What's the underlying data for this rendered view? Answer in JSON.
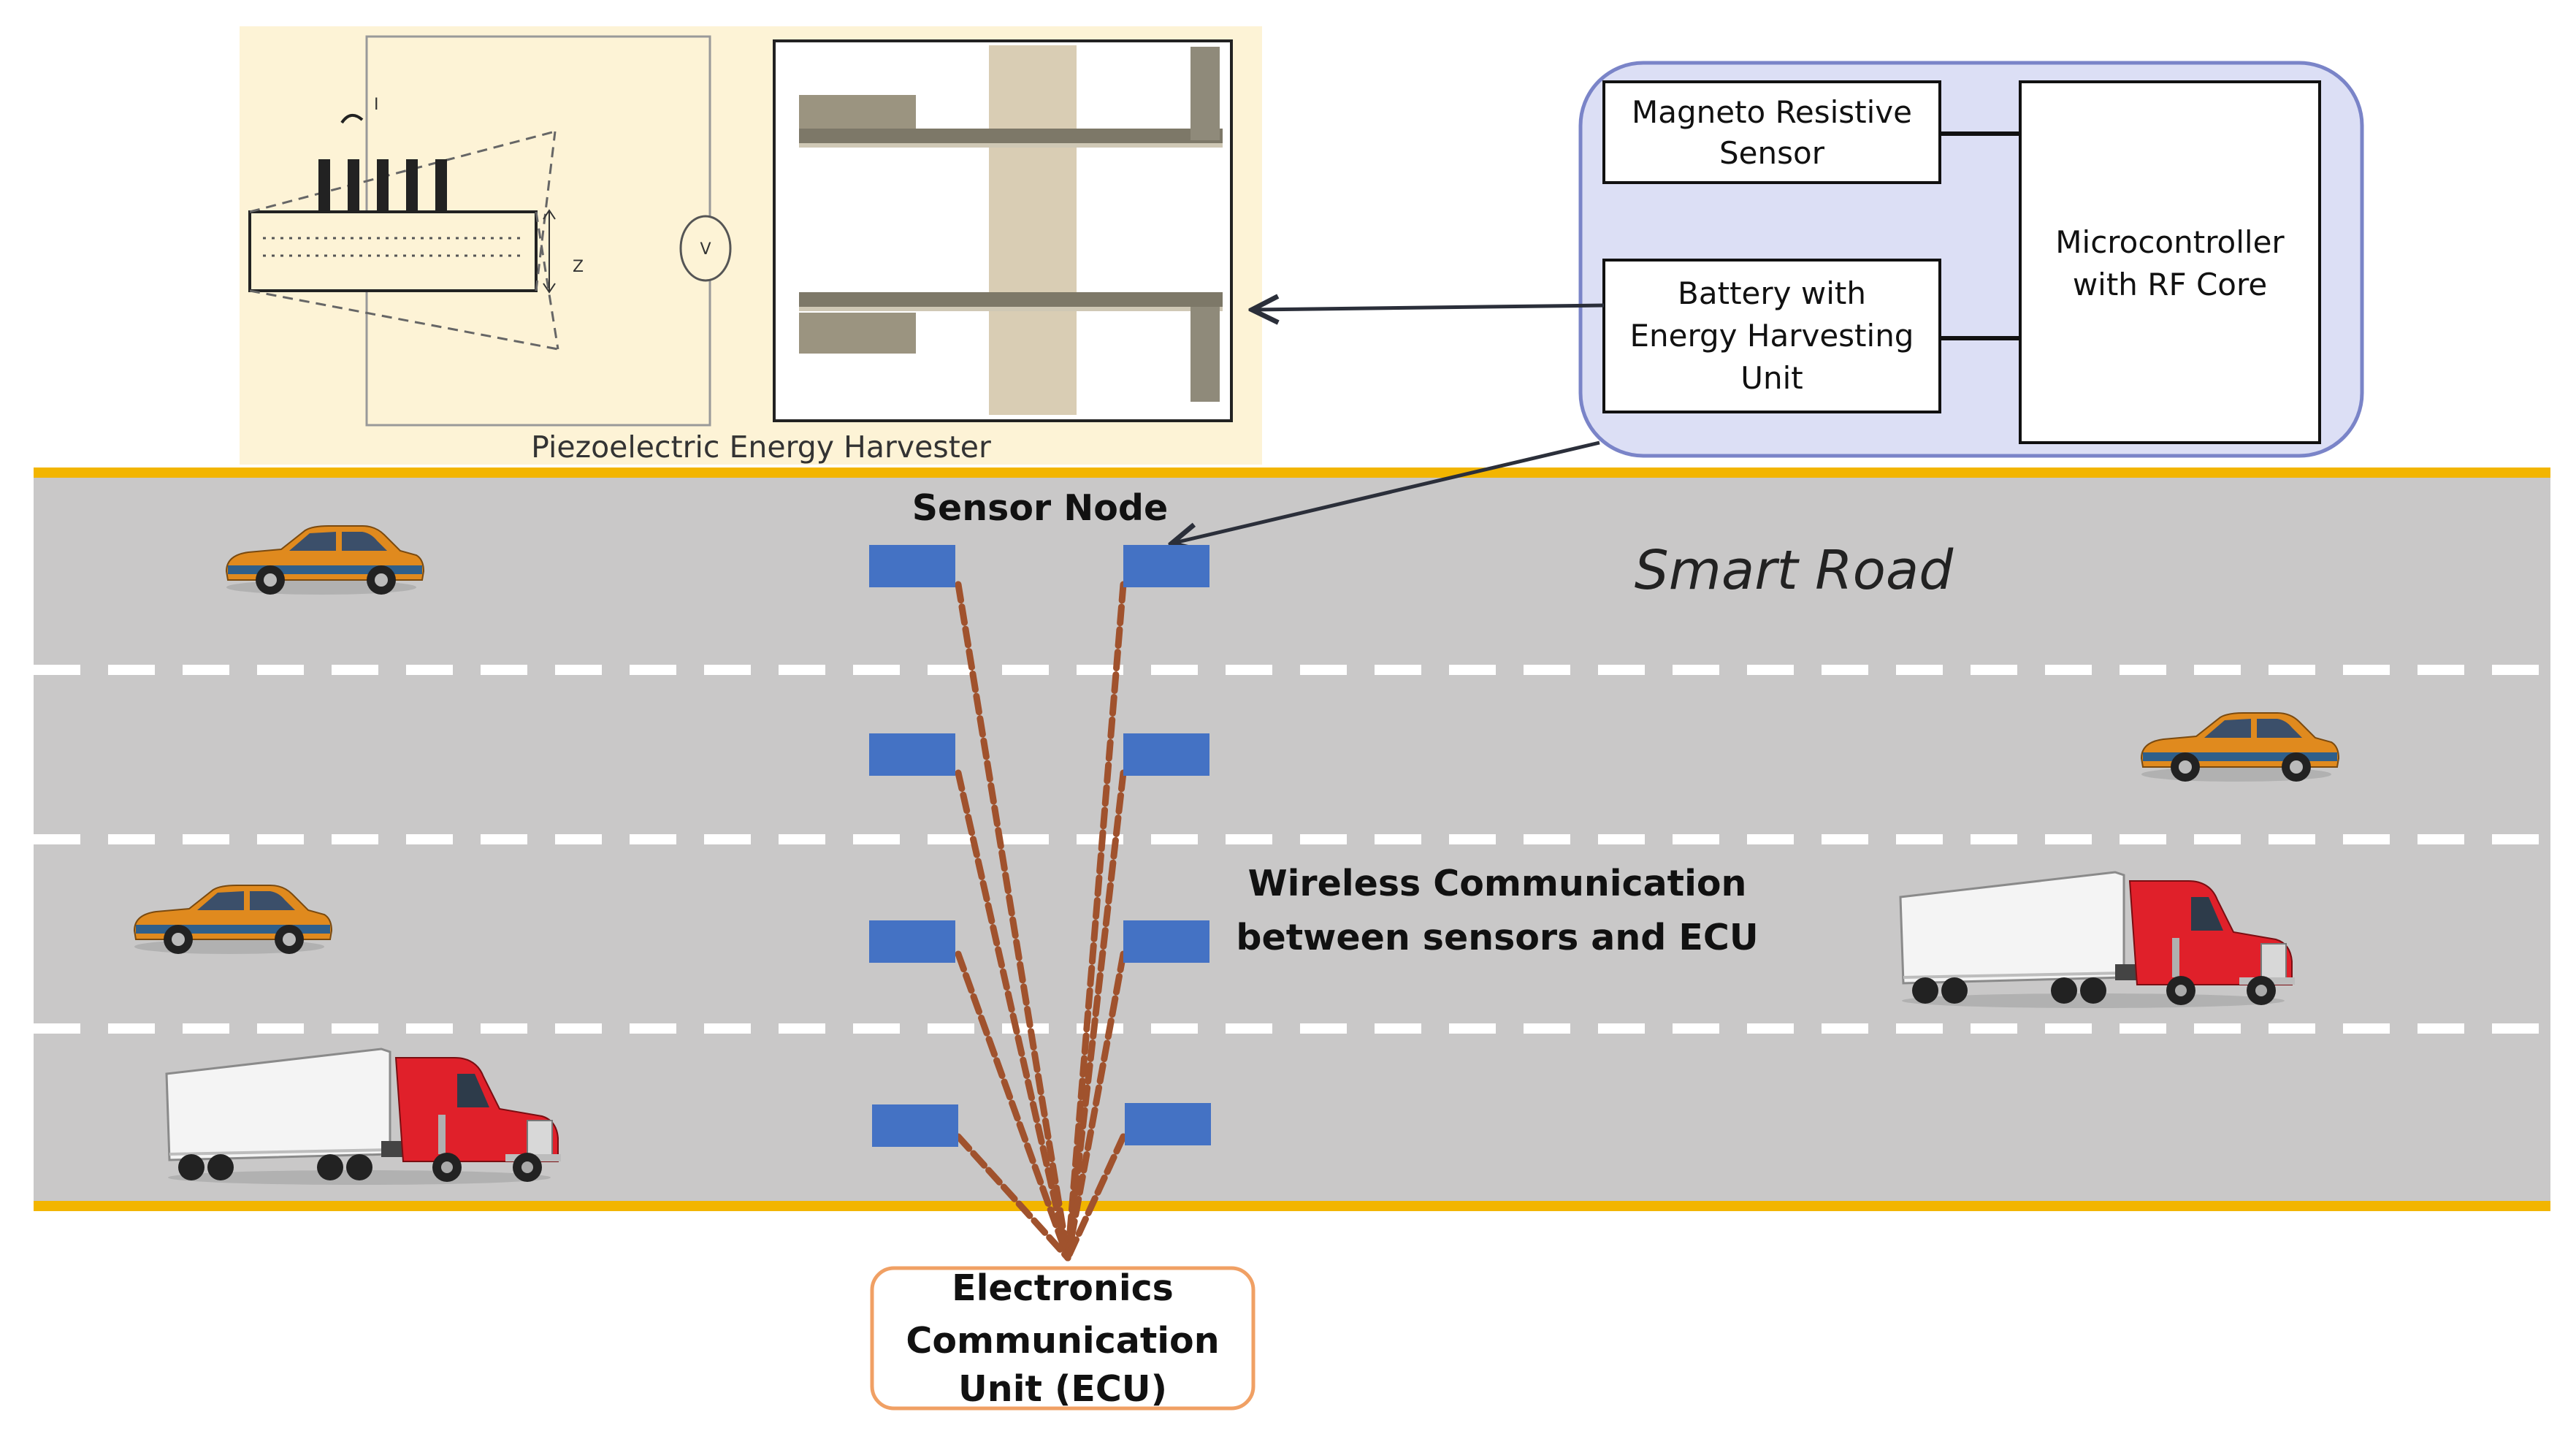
{
  "colors": {
    "road": "#c9c8c8",
    "road_edge": "#f2b500",
    "lane_dash": "#ffffff",
    "sensor": "#4472c4",
    "link": "#a0522d",
    "harvester_bg": "#fdf3d6",
    "node_panel": "#dcdff5",
    "node_panel_border": "#7a84c8",
    "ecu_border": "#f0a064",
    "car_body": "#e08a1e",
    "car_trim": "#2f5f8a",
    "truck_cab": "#e0202a",
    "truck_trailer": "#f4f4f4"
  },
  "harvester": {
    "caption": "Piezoelectric Energy Harvester",
    "voltmeter_label": "V",
    "force_label": "I",
    "displacement_label": "Z"
  },
  "sensor_node_block": {
    "magneto_sensor": [
      "Magneto Resistive",
      "Sensor"
    ],
    "battery_unit": [
      "Battery with",
      "Energy  Harvesting",
      "Unit"
    ],
    "microcontroller": [
      "Microcontroller",
      "with RF Core"
    ]
  },
  "road": {
    "title": "Smart Road",
    "sensor_node_label": "Sensor Node",
    "wireless_label": [
      "Wireless  Communication",
      "between sensors and ECU"
    ]
  },
  "ecu": {
    "label": [
      "Electronics",
      "Communication",
      "Unit (ECU)"
    ]
  },
  "vehicles": [
    {
      "type": "car",
      "icon": "car-icon"
    },
    {
      "type": "car",
      "icon": "car-icon"
    },
    {
      "type": "car",
      "icon": "car-icon"
    },
    {
      "type": "truck",
      "icon": "truck-icon"
    },
    {
      "type": "truck",
      "icon": "truck-icon"
    }
  ]
}
